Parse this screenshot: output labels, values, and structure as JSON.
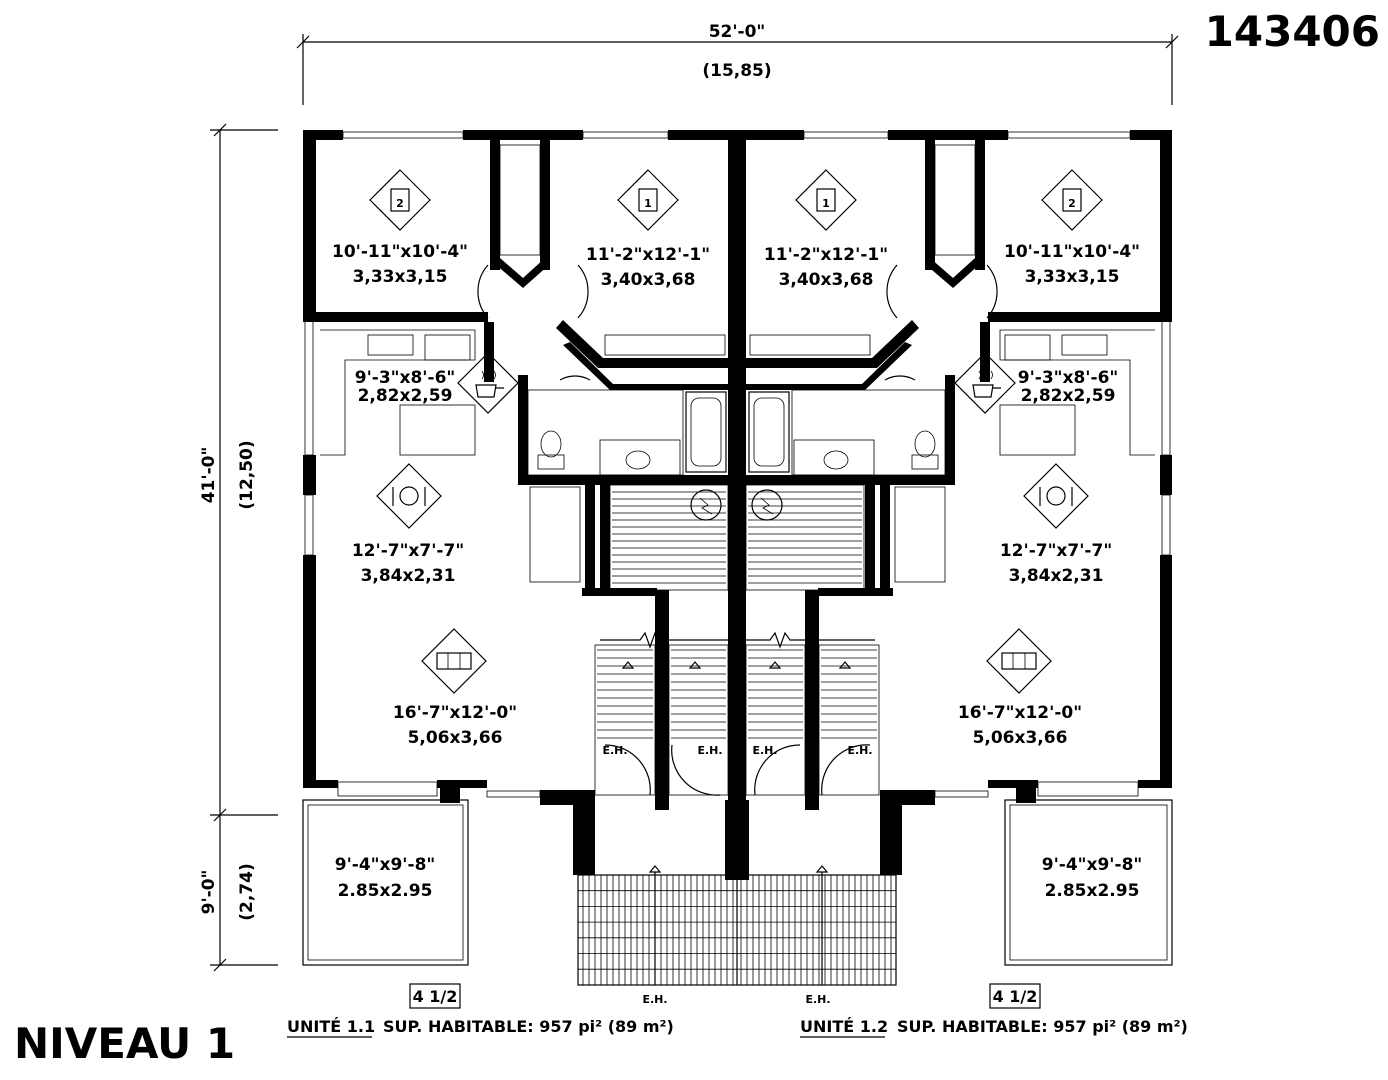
{
  "plan_number": "143406",
  "level_label": "NIVEAU 1",
  "overall_width": {
    "imperial": "52'-0\"",
    "metric": "(15,85)"
  },
  "depth_main": {
    "imperial": "41'-0\"",
    "metric": "(12,50)"
  },
  "depth_porch": {
    "imperial": "9'-0\"",
    "metric": "(2,74)"
  },
  "icons": [
    "bedroom-2-icon",
    "bedroom-1-icon",
    "kitchen-icon",
    "dining-icon",
    "living-icon"
  ],
  "rooms": {
    "u1_bed2": {
      "imperial": "10'-11\"x10'-4\"",
      "metric": "3,33x3,15"
    },
    "u1_bed1": {
      "imperial": "11'-2\"x12'-1\"",
      "metric": "3,40x3,68"
    },
    "u2_bed1": {
      "imperial": "11'-2\"x12'-1\"",
      "metric": "3,40x3,68"
    },
    "u2_bed2": {
      "imperial": "10'-11\"x10'-4\"",
      "metric": "3,33x3,15"
    },
    "u1_kitchen": {
      "imperial": "9'-3\"x8'-6\"",
      "metric": "2,82x2,59"
    },
    "u2_kitchen": {
      "imperial": "9'-3\"x8'-6\"",
      "metric": "2,82x2,59"
    },
    "u1_dining": {
      "imperial": "12'-7\"x7'-7\"",
      "metric": "3,84x2,31"
    },
    "u2_dining": {
      "imperial": "12'-7\"x7'-7\"",
      "metric": "3,84x2,31"
    },
    "u1_living": {
      "imperial": "16'-7\"x12'-0\"",
      "metric": "5,06x3,66"
    },
    "u2_living": {
      "imperial": "16'-7\"x12'-0\"",
      "metric": "5,06x3,66"
    },
    "u1_porch": {
      "imperial": "9'-4\"x9'-8\"",
      "metric": "2.85x2.95"
    },
    "u2_porch": {
      "imperial": "9'-4\"x9'-8\"",
      "metric": "2.85x2.95"
    }
  },
  "labels": {
    "eh": "E.H.",
    "u1_type": "4 1/2",
    "u2_type": "4 1/2",
    "u1_name": "UNITÉ 1.1",
    "u1_area": "SUP. HABITABLE: 957 pi² (89 m²)",
    "u2_name": "UNITÉ 1.2",
    "u2_area": "SUP. HABITABLE: 957 pi² (89 m²)"
  }
}
